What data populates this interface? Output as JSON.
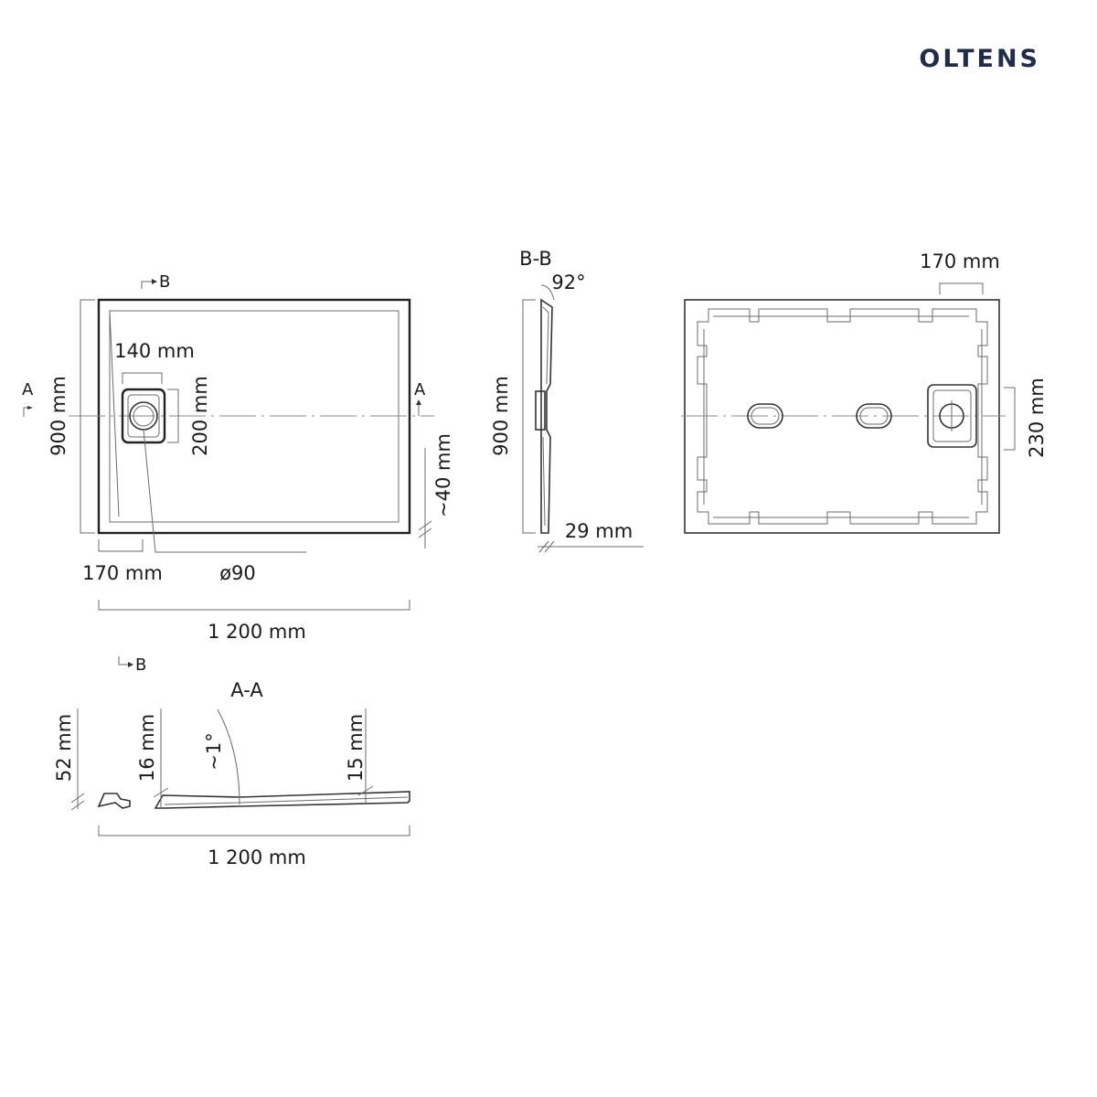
{
  "brand": {
    "logo": "OLTENS",
    "color": "#1f2d4a"
  },
  "top_view": {
    "section_b_marker": "B",
    "section_a_marker_left": "A",
    "section_a_marker_right": "A",
    "drain_width": "140 mm",
    "drain_height": "200 mm",
    "height": "900 mm",
    "offset_depth": "~40 mm",
    "drain_offset": "170 mm",
    "drain_diameter": "ø90",
    "width": "1 200 mm",
    "section_b_marker_bottom": "B"
  },
  "section_bb": {
    "title": "B-B",
    "angle": "92°",
    "height": "900 mm",
    "thickness": "29 mm"
  },
  "bottom_view": {
    "drain_offset": "170 mm",
    "drain_height": "230 mm"
  },
  "section_aa": {
    "title": "A-A",
    "total_height": "52 mm",
    "edge_height_left": "16 mm",
    "slope": "~1°",
    "edge_height_right": "15 mm",
    "width": "1 200 mm"
  }
}
